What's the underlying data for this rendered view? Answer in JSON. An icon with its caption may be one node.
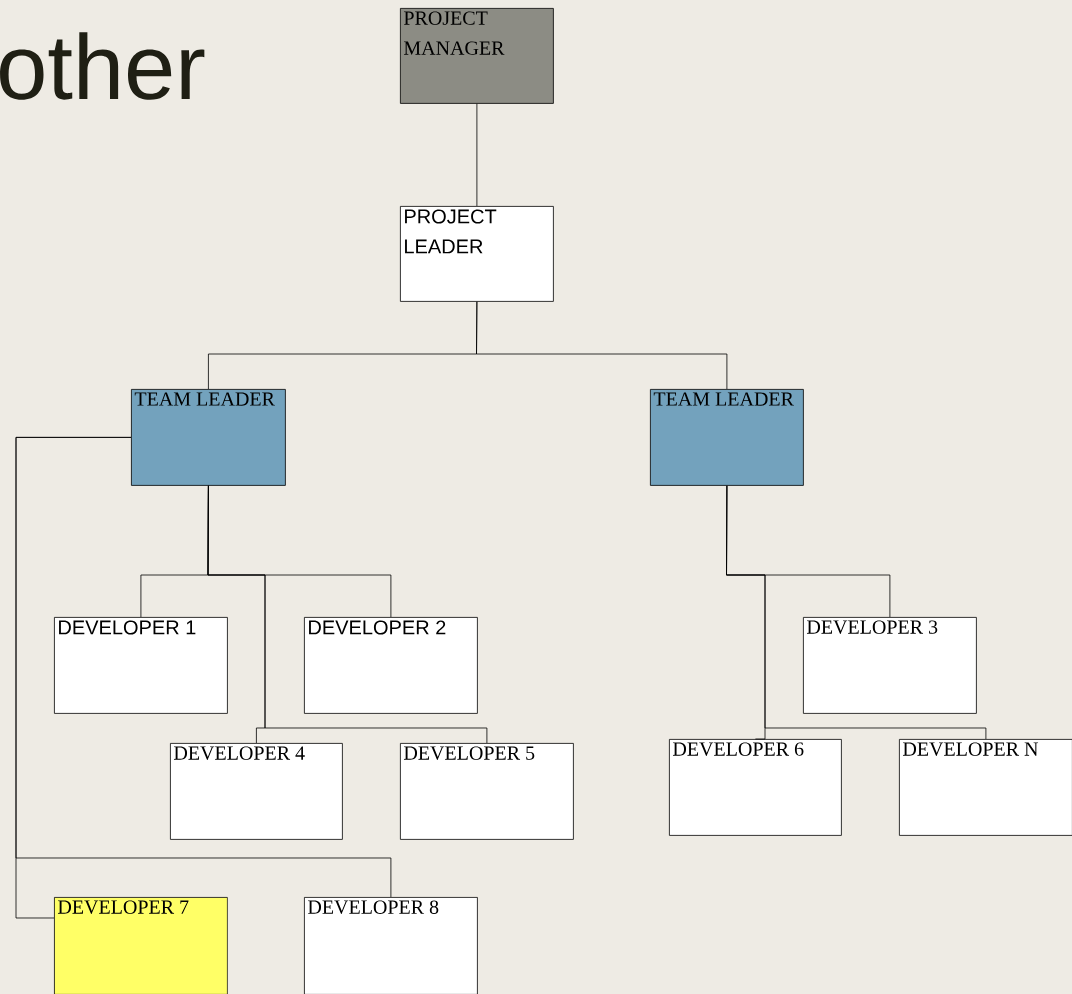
{
  "diagram": {
    "title": "other",
    "nodes": [
      {
        "text": [
          "PROJECT MANAGER"
        ]
      },
      {
        "text": [
          "PROJECT LEADER"
        ]
      },
      {
        "text": [
          "TEAM LEADER"
        ]
      },
      {
        "text": [
          "TEAM LEADER"
        ]
      },
      {
        "text": [
          "DEVELOPER 1"
        ]
      },
      {
        "text": [
          "DEVELOPER 2"
        ]
      },
      {
        "text": [
          "DEVELOPER 4"
        ]
      },
      {
        "text": [
          "DEVELOPER 5"
        ]
      },
      {
        "text": [
          "DEVELOPER 3"
        ]
      },
      {
        "text": [
          "DEVELOPER 6"
        ]
      },
      {
        "text": [
          "DEVELOPER N"
        ]
      },
      {
        "text": [
          "DEVELOPER 7"
        ]
      },
      {
        "text": [
          "DEVELOPER 8"
        ]
      }
    ],
    "edges": [
      {
        "from": 0,
        "to": 1,
        "arrow": "none"
      },
      {
        "from": 1,
        "to": 2,
        "arrow": "none"
      },
      {
        "from": 1,
        "to": 3,
        "arrow": "none"
      },
      {
        "from": 2,
        "to": 4,
        "arrow": "none"
      },
      {
        "from": 2,
        "to": 5,
        "arrow": "none"
      },
      {
        "from": 2,
        "to": 6,
        "arrow": "none"
      },
      {
        "from": 2,
        "to": 7,
        "arrow": "none"
      },
      {
        "from": 3,
        "to": 8,
        "arrow": "none"
      },
      {
        "from": 3,
        "to": 9,
        "arrow": "none"
      },
      {
        "from": 3,
        "to": 10,
        "arrow": "none"
      },
      {
        "from": 2,
        "to": 11,
        "arrow": "none"
      },
      {
        "from": 2,
        "to": 12,
        "arrow": "none"
      }
    ]
  }
}
